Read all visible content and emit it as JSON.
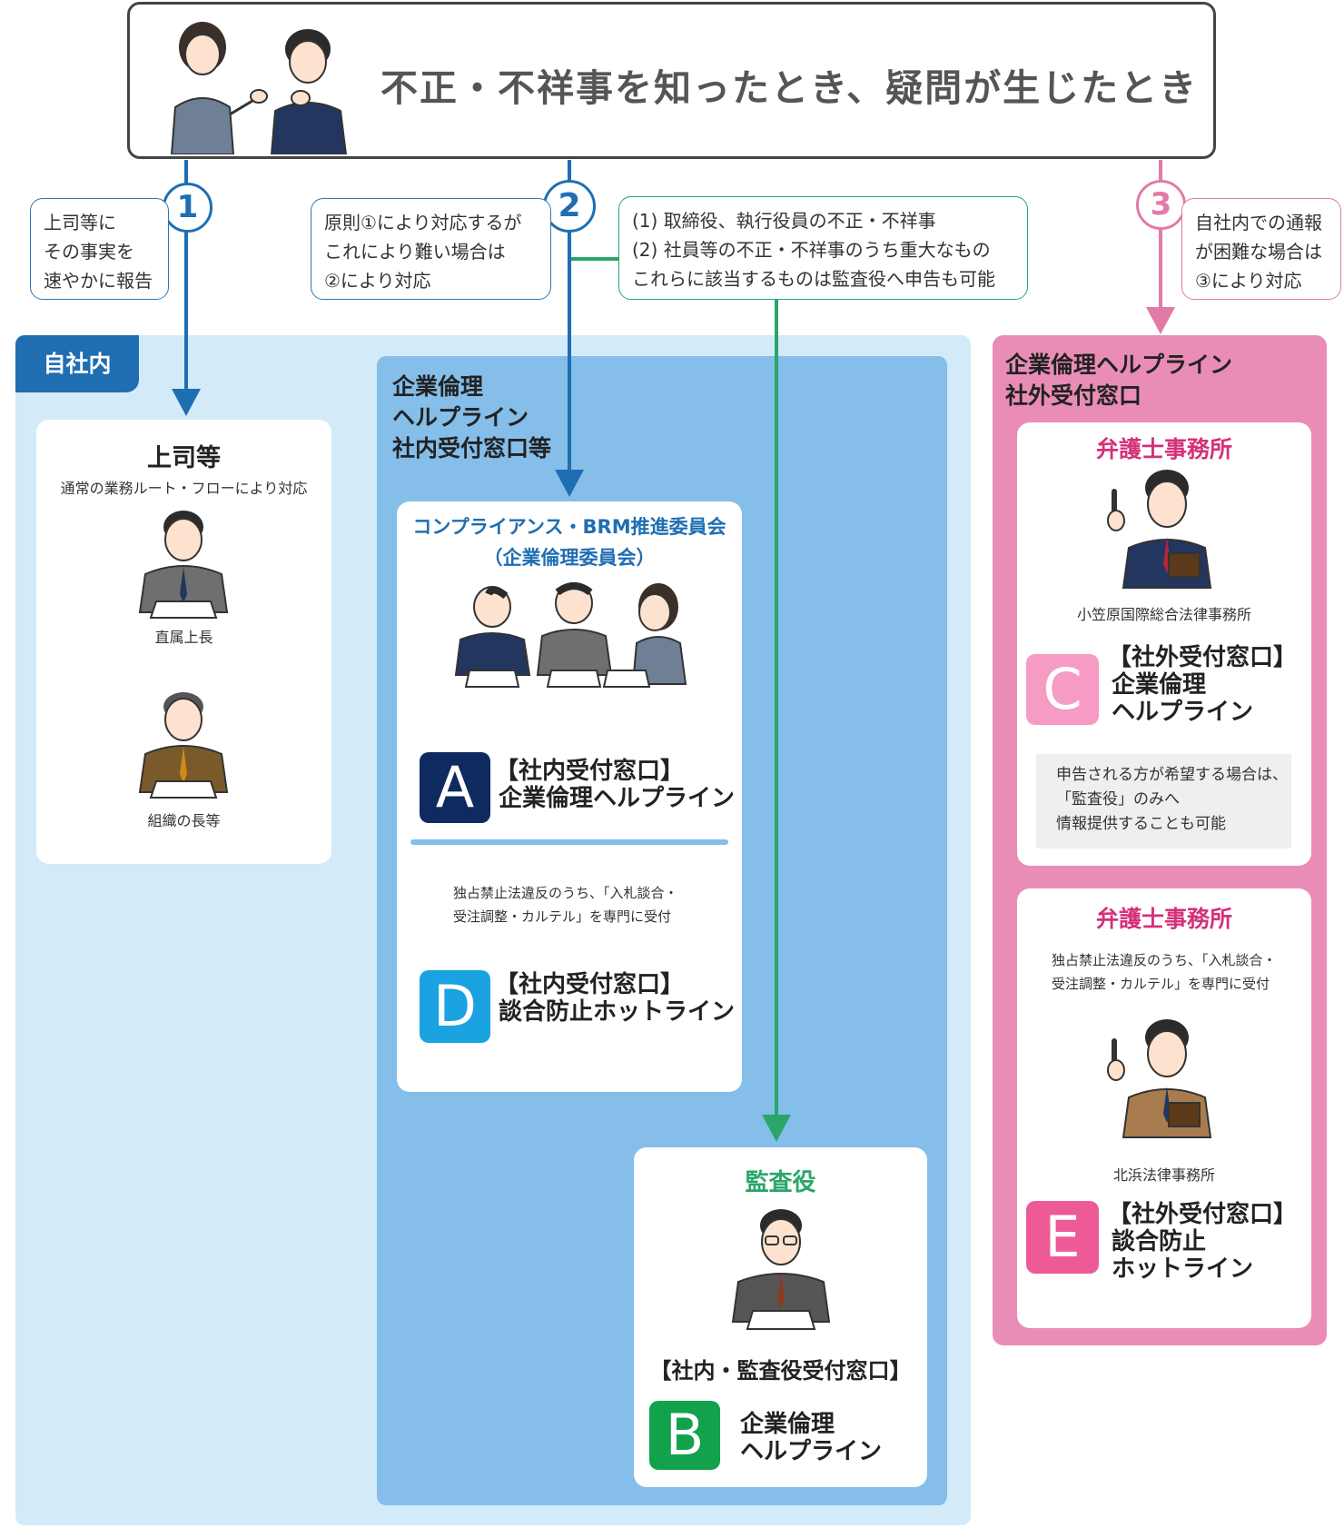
{
  "top": {
    "title": "不正・不祥事を知ったとき、疑問が生じたとき"
  },
  "route1": {
    "number": "1",
    "note": [
      "上司等に",
      "その事実を",
      "速やかに報告"
    ]
  },
  "route2": {
    "number": "2",
    "note": [
      "原則①により対応するが",
      "これにより難い場合は",
      "②により対応"
    ],
    "audit_note": [
      "(1) 取締役、執行役員の不正・不祥事",
      "(2) 社員等の不正・不祥事のうち重大なもの",
      "これらに該当するものは監査役へ申告も可能"
    ]
  },
  "route3": {
    "number": "3",
    "note": [
      "自社内での通報",
      "が困難な場合は",
      "③により対応"
    ]
  },
  "internal": {
    "tab_label": "自社内",
    "boss_card": {
      "title": "上司等",
      "subtitle": "通常の業務ルート・フローにより対応",
      "person1": "直属上長",
      "person2": "組織の長等"
    },
    "helpline": {
      "heading": [
        "企業倫理",
        "ヘルプライン",
        "社内受付窓口等"
      ],
      "committee": [
        "コンプライアンス・BRM推進委員会",
        "（企業倫理委員会）"
      ],
      "a": {
        "letter": "A",
        "line1": "【社内受付窓口】",
        "line2": "企業倫理ヘルプライン"
      },
      "d_note": [
        "独占禁止法違反のうち、「入札談合・",
        "受注調整・カルテル」を専門に受付"
      ],
      "d": {
        "letter": "D",
        "line1": "【社内受付窓口】",
        "line2": "談合防止ホットライン"
      }
    },
    "audit": {
      "title": "監査役",
      "window": "【社内・監査役受付窓口】",
      "b": {
        "letter": "B",
        "line1": "企業倫理",
        "line2": "ヘルプライン"
      }
    }
  },
  "external": {
    "heading": [
      "企業倫理ヘルプライン",
      "社外受付窓口"
    ],
    "law1": {
      "title": "弁護士事務所",
      "firm": "小笠原国際総合法律事務所",
      "c": {
        "letter": "C",
        "line1": "【社外受付窓口】",
        "line2": "企業倫理",
        "line3": "ヘルプライン"
      },
      "note": [
        "申告される方が希望する場合は、",
        "「監査役」のみへ",
        "情報提供することも可能"
      ]
    },
    "law2": {
      "title": "弁護士事務所",
      "desc": [
        "独占禁止法違反のうち、「入札談合・",
        "受注調整・カルテル」を専門に受付"
      ],
      "firm": "北浜法律事務所",
      "e": {
        "letter": "E",
        "line1": "【社外受付窓口】",
        "line2": "談合防止",
        "line3": "ホットライン"
      }
    }
  },
  "colors": {
    "blue": "#1f6eb2",
    "green": "#2aa66a",
    "pink": "#e27aa8",
    "magenta": "#d4317a",
    "light_blue_bg": "#d3ebf8",
    "mid_blue_bg": "#84bee9",
    "pink_bg": "#e98db7"
  }
}
